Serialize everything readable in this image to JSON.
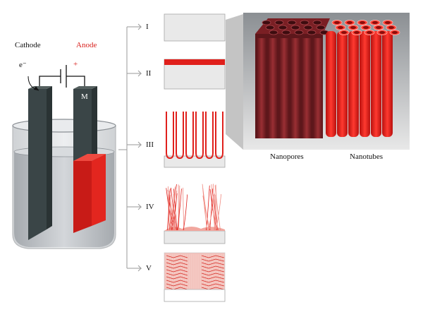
{
  "cell": {
    "cathode_label": "Cathode",
    "anode_label": "Anode",
    "electron_label": "e⁻",
    "plus_label": "+",
    "metal_label": "M"
  },
  "stages": [
    {
      "roman": "I"
    },
    {
      "roman": "II"
    },
    {
      "roman": "III"
    },
    {
      "roman": "IV"
    },
    {
      "roman": "V"
    }
  ],
  "structures": {
    "nanopores_label": "Nanopores",
    "nanotubes_label": "Nanotubes"
  },
  "colors": {
    "accent_red": "#e0201c",
    "dark_red": "#7a1f24",
    "electrode_gray": "#3e4a4c",
    "solution": "#c9cdd2",
    "substrate": "#e4e4e4"
  }
}
